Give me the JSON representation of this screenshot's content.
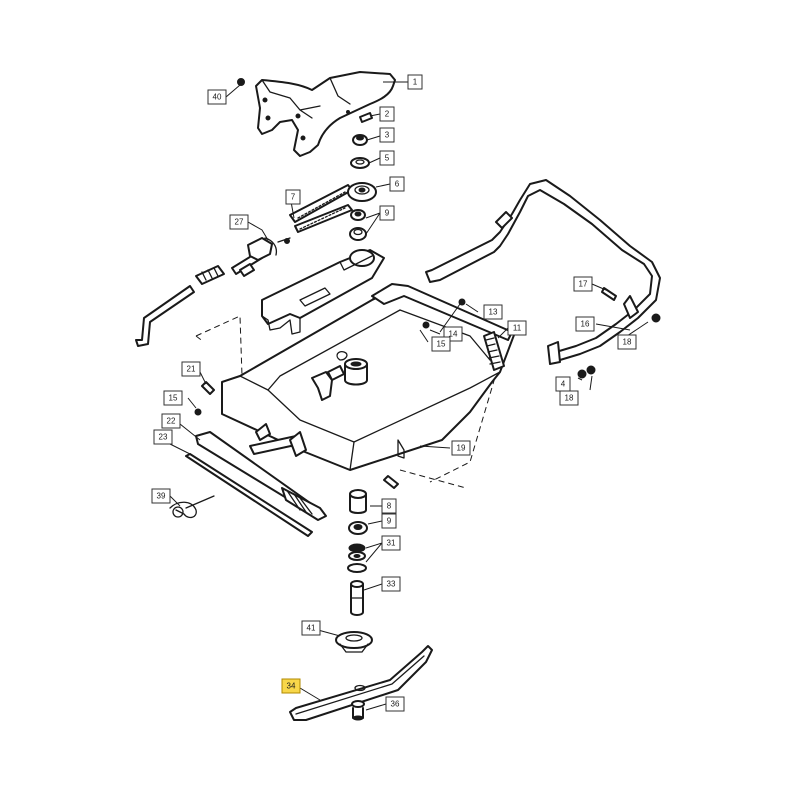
{
  "diagram": {
    "highlight_color": "#f8d74a",
    "callouts": [
      {
        "id": "c40",
        "label": "40"
      },
      {
        "id": "c1",
        "label": "1"
      },
      {
        "id": "c2",
        "label": "2"
      },
      {
        "id": "c3",
        "label": "3"
      },
      {
        "id": "c5",
        "label": "5"
      },
      {
        "id": "c7",
        "label": "7"
      },
      {
        "id": "c6",
        "label": "6"
      },
      {
        "id": "c27",
        "label": "27"
      },
      {
        "id": "c9a",
        "label": "9"
      },
      {
        "id": "c17",
        "label": "17"
      },
      {
        "id": "c13",
        "label": "13"
      },
      {
        "id": "c14",
        "label": "14"
      },
      {
        "id": "c11",
        "label": "11"
      },
      {
        "id": "c15a",
        "label": "15"
      },
      {
        "id": "c16",
        "label": "16"
      },
      {
        "id": "c18a",
        "label": "18"
      },
      {
        "id": "c21",
        "label": "21"
      },
      {
        "id": "c4",
        "label": "4"
      },
      {
        "id": "c18b",
        "label": "18"
      },
      {
        "id": "c15b",
        "label": "15"
      },
      {
        "id": "c22",
        "label": "22"
      },
      {
        "id": "c23",
        "label": "23"
      },
      {
        "id": "c19",
        "label": "19"
      },
      {
        "id": "c39",
        "label": "39"
      },
      {
        "id": "c8",
        "label": "8"
      },
      {
        "id": "c9b",
        "label": "9"
      },
      {
        "id": "c31",
        "label": "31"
      },
      {
        "id": "c33",
        "label": "33"
      },
      {
        "id": "c41",
        "label": "41"
      },
      {
        "id": "c34",
        "label": "34",
        "highlighted": true
      },
      {
        "id": "c36",
        "label": "36"
      }
    ]
  }
}
